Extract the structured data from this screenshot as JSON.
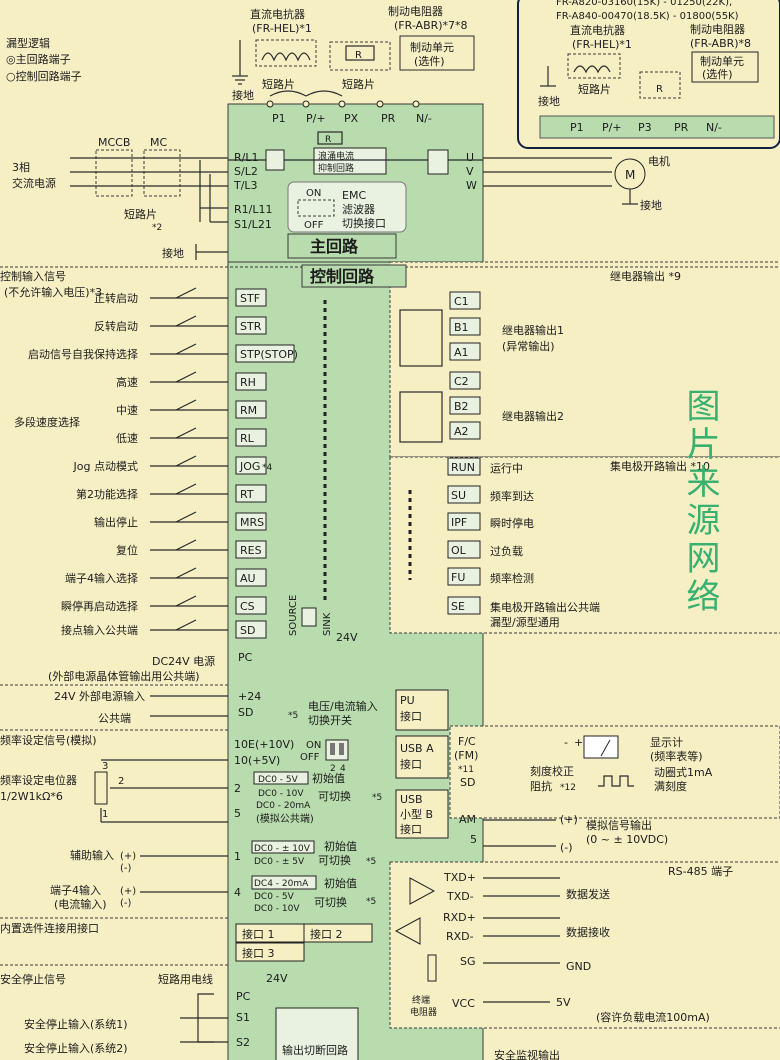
{
  "legend": {
    "title": "漏型逻辑",
    "main_terminal": "◎主回路端子",
    "control_terminal": "○控制回路端子"
  },
  "main_circuit": {
    "dc_reactor": "直流电抗器",
    "dc_reactor_model": "(FR-HEL)*1",
    "brake_resistor": "制动电阻器",
    "brake_resistor_model": "(FR-ABR)*7*8",
    "brake_unit": "制动单元",
    "brake_unit_note": "(选件)",
    "ground": "接地",
    "short_bar": "短路片",
    "mccb": "MCCB",
    "mc": "MC",
    "power_3ph": "3相",
    "power_ac": "交流电源",
    "short_bar_2": "短路片",
    "short_bar_2_note": "*2",
    "ground2": "接地",
    "inrush_1": "浪涌电流",
    "inrush_2": "抑制回路",
    "emc_on": "ON",
    "emc_off": "OFF",
    "emc_1": "EMC",
    "emc_2": "滤波器",
    "emc_3": "切换接口",
    "motor": "电机",
    "motor_symbol": "M",
    "motor_ground": "接地",
    "title": "主回路",
    "terminals": {
      "P1": "P1",
      "P": "P/+",
      "PX": "PX",
      "PR": "PR",
      "N": "N/-",
      "R": "R",
      "RL1": "R/L1",
      "SL2": "S/L2",
      "TL3": "T/L3",
      "R1L11": "R1/L11",
      "S1L21": "S1/L21",
      "U": "U",
      "V": "V",
      "W": "W"
    }
  },
  "inset": {
    "model_line1": "FR-A820-03160(15K) - 01250(22K),",
    "model_line2": "FR-A840-00470(18.5K) - 01800(55K)",
    "dc_reactor": "直流电抗器",
    "dc_reactor_model": "(FR-HEL)*1",
    "brake_resistor": "制动电阻器",
    "brake_resistor_model": "(FR-ABR)*8",
    "brake_unit": "制动单元",
    "brake_unit_note": "(选件)",
    "ground": "接地",
    "short_bar": "短路片",
    "R": "R",
    "terminals": [
      "P1",
      "P/+",
      "P3",
      "PR",
      "N/-"
    ]
  },
  "control": {
    "title": "控制回路",
    "input_header": "控制输入信号",
    "input_header_note": "(不允许输入电压)*3",
    "inputs": [
      {
        "label": "正转启动",
        "term": "STF"
      },
      {
        "label": "反转启动",
        "term": "STR"
      },
      {
        "label": "启动信号自我保持选择",
        "term": "STP(STOP)"
      },
      {
        "label": "高速",
        "term": "RH"
      },
      {
        "label": "中速",
        "term": "RM"
      },
      {
        "label": "低速",
        "term": "RL"
      },
      {
        "label": "Jog 点动模式",
        "term": "JOG"
      },
      {
        "label": "第2功能选择",
        "term": "RT"
      },
      {
        "label": "输出停止",
        "term": "MRS"
      },
      {
        "label": "复位",
        "term": "RES"
      },
      {
        "label": "端子4输入选择",
        "term": "AU"
      },
      {
        "label": "瞬停再启动选择",
        "term": "CS"
      },
      {
        "label": "接点输入公共端",
        "term": "SD"
      }
    ],
    "multi_speed": "多段速度选择",
    "jog_note": "*4",
    "source": "SOURCE",
    "sink": "SINK",
    "v24": "24V",
    "dc24_label": "DC24V 电源",
    "dc24_note": "(外部电源晶体管输出用公共端)",
    "pc_term": "PC",
    "ext24_label": "24V 外部电源输入",
    "ext24_common": "公共端",
    "ext24_term": "+24",
    "ext24_sd": "SD",
    "vi_switch_1": "电压/电流输入",
    "vi_switch_2": "切换开关",
    "vi_note": "*5"
  },
  "relay": {
    "header": "继电器输出 *9",
    "terms": [
      "C1",
      "B1",
      "A1",
      "C2",
      "B2",
      "A2"
    ],
    "out1": "继电器输出1",
    "out1_note": "(异常输出)",
    "out2": "继电器输出2"
  },
  "open_collector": {
    "header": "集电极开路输出 *10",
    "items": [
      {
        "term": "RUN",
        "label": "运行中"
      },
      {
        "term": "SU",
        "label": "频率到达"
      },
      {
        "term": "IPF",
        "label": "瞬时停电"
      },
      {
        "term": "OL",
        "label": "过负载"
      },
      {
        "term": "FU",
        "label": "频率检测"
      },
      {
        "term": "SE",
        "label": "集电极开路输出公共端"
      }
    ],
    "se_note": "漏型/源型通用"
  },
  "analog": {
    "header": "频率设定信号(模拟)",
    "pot": "频率设定电位器",
    "pot_spec": "1/2W1kΩ*6",
    "pins": [
      "3",
      "2",
      "1"
    ],
    "terms": {
      "t10e": "10E(+10V)",
      "t10": "10(+5V)",
      "t2": "2",
      "t5": "5",
      "t1": "1",
      "t4": "4"
    },
    "on": "ON",
    "off": "OFF",
    "sw2": "2",
    "sw4": "4",
    "t2_opts": [
      "DC0 - 5V",
      "DC0 - 10V",
      "DC0 - 20mA"
    ],
    "initial": "初始值",
    "switchable": "可切换",
    "note5": "*5",
    "common": "(模拟公共端)",
    "aux": "辅助输入",
    "plus": "(+)",
    "minus": "(-)",
    "t1_opts": [
      "DC0 - ± 10V",
      "DC0 - ± 5V"
    ],
    "t4_in": "端子4输入",
    "t4_in_note": "(电流输入)",
    "t4_opts": [
      "DC4 - 20mA",
      "DC0 - 5V",
      "DC0 - 10V"
    ]
  },
  "pu": {
    "term": "PU",
    "label": "接口"
  },
  "usb_a": {
    "line1": "USB A",
    "line2": "接口"
  },
  "usb_b": {
    "line1": "USB",
    "line2": "小型 B",
    "line3": "接口"
  },
  "meter": {
    "fc": "F/C",
    "fm": "(FM)",
    "note": "*11",
    "sd": "SD",
    "calib_1": "刻度校正",
    "calib_2": "阻抗",
    "calib_note": "*12",
    "minus": "-",
    "plus": "+",
    "display": "显示计",
    "display_note": "(频率表等)",
    "coil": "动圈式1mA",
    "full": "满刻度",
    "am": "AM",
    "am_5": "5",
    "am_plus": "(+)",
    "am_minus": "(-)",
    "analog_out": "模拟信号输出",
    "analog_out_range": "(0 ~ ± 10VDC)"
  },
  "rs485": {
    "header": "RS-485 端子",
    "txd_p": "TXD+",
    "txd_n": "TXD-",
    "rxd_p": "RXD+",
    "rxd_n": "RXD-",
    "sg": "SG",
    "vcc": "VCC",
    "send": "数据发送",
    "recv": "数据接收",
    "gnd": "GND",
    "v5": "5V",
    "cap": "(容许负载电流100mA)",
    "term_res_1": "终端",
    "term_res_2": "电阻器"
  },
  "option_ports": {
    "header": "内置选件连接用接口",
    "p1": "接口 1",
    "p2": "接口 2",
    "p3": "接口 3"
  },
  "safety": {
    "header": "安全停止信号",
    "short_wire": "短路用电线",
    "v24": "24V",
    "pc": "PC",
    "s1": "S1",
    "s2": "S2",
    "in1": "安全停止输入(系统1)",
    "in2": "安全停止输入(系统2)",
    "cut": "输出切断回路",
    "monitor": "安全监视输出"
  },
  "watermark": "图片来源网络",
  "colors": {
    "background": "#f6efc4",
    "panel": "#b8dcae",
    "watermark": "#38b070"
  }
}
